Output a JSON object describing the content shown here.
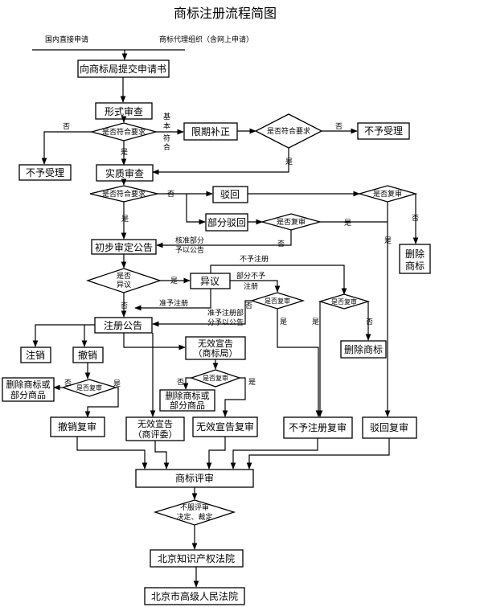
{
  "title": "商标注册流程简图",
  "header": {
    "left": "国内直接申请",
    "right": "商标代理组织（含网上申请）"
  },
  "nodes": {
    "submit": "向商标局提交申请书",
    "formal_review": "形式审查",
    "formal_check": "是否符合要求",
    "limited_correction": "限期补正",
    "correction_check": "是否符合要求",
    "reject_left": "不予受理",
    "reject_right": "不予受理",
    "substantive_review": "实质审查",
    "substantive_check": "是否符合要求",
    "rejection": "驳回",
    "partial_rejection": "部分驳回",
    "review_check_1": "是否复审",
    "review_check_2": "是否复审",
    "delete_mark_1": [
      "删除",
      "商标"
    ],
    "preliminary_announcement": "初步审定公告",
    "opposition_check": [
      "是否",
      "异议"
    ],
    "opposition": "异议",
    "review_check_3": "是否复审",
    "review_check_4": "是否复审",
    "registration_announcement": "注册公告",
    "delete_mark_2": "删除商标",
    "cancellation": "注销",
    "revocation": "撤销",
    "invalidation_bureau": [
      "无效宣告",
      "（商标局）"
    ],
    "delete_partial_1": [
      "删除商标或",
      "部分商品"
    ],
    "review_check_5": "是否复审",
    "review_check_6": "是否复审",
    "delete_partial_2": [
      "删除商标或",
      "部分商品"
    ],
    "revocation_review": "撤销复审",
    "invalidation_board": [
      "无效宣告",
      "（商评委）"
    ],
    "invalidation_review": "无效宣告复审",
    "nonregistration_review": "不予注册复审",
    "rejection_review": "驳回复审",
    "trab": "商标评审",
    "disagree_check": [
      "不服评审",
      "决定、裁定"
    ],
    "ip_court": "北京知识产权法院",
    "high_court": "北京市高级人民法院"
  },
  "labels": {
    "no": "否",
    "yes": "是",
    "basic_conform": [
      "基",
      "本",
      "符",
      "合"
    ],
    "approved_partial": [
      "核准部分",
      "予以公告"
    ],
    "not_register": "不予注册",
    "partial_not": [
      "部分不予",
      "注册"
    ],
    "approve_register": "准予注册",
    "approve_partial": [
      "准予注册部",
      "分予以公告"
    ]
  }
}
